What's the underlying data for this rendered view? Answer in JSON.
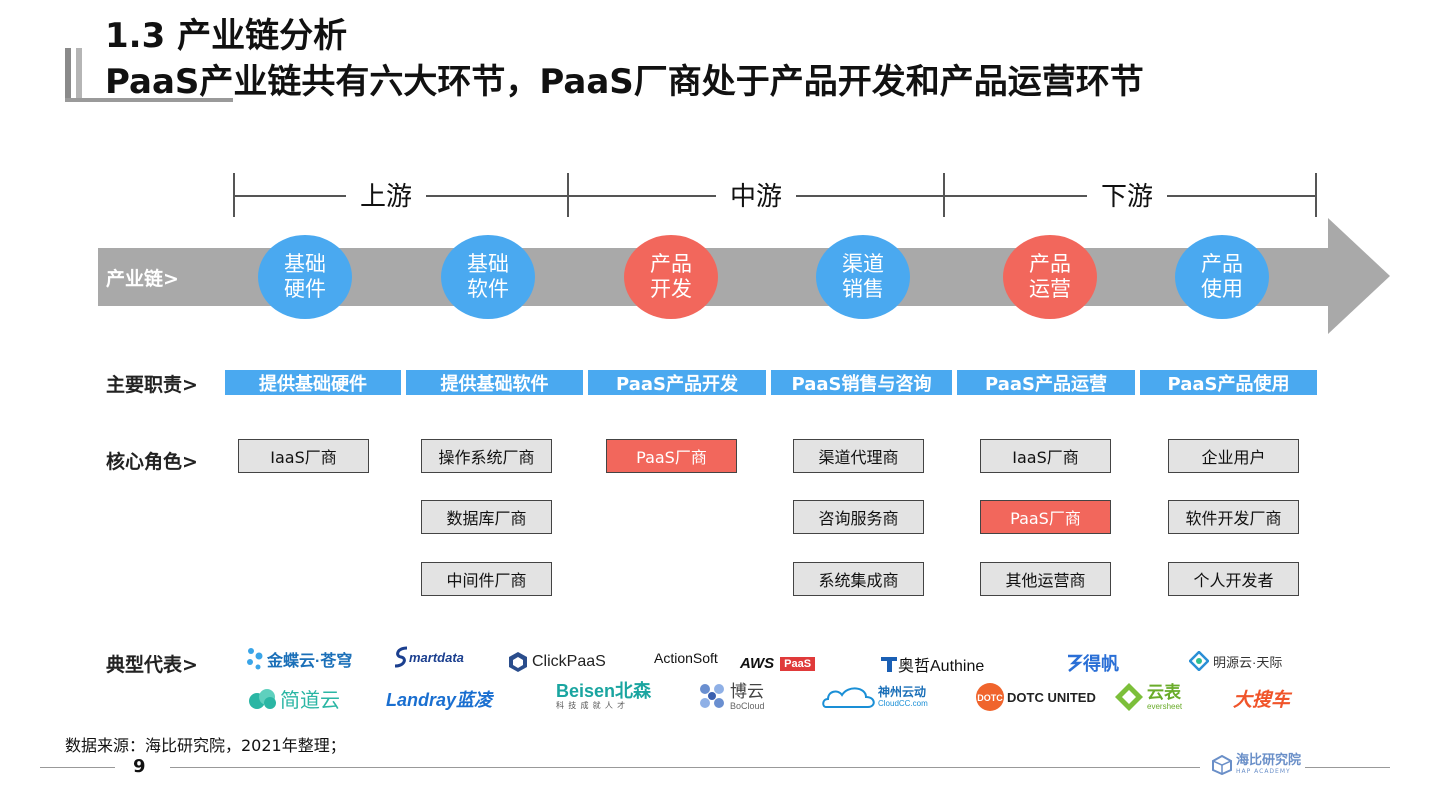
{
  "header": {
    "title_line1": "1.3 产业链分析",
    "title_line2": "PaaS产业链共有六大环节，PaaS厂商处于产品开发和产品运营环节"
  },
  "streams": {
    "upstream": "上游",
    "midstream": "中游",
    "downstream": "下游"
  },
  "chain": {
    "label": "产业链>",
    "nodes": [
      {
        "line1": "基础",
        "line2": "硬件",
        "color": "#4aa9f0"
      },
      {
        "line1": "基础",
        "line2": "软件",
        "color": "#4aa9f0"
      },
      {
        "line1": "产品",
        "line2": "开发",
        "color": "#f2675c"
      },
      {
        "line1": "渠道",
        "line2": "销售",
        "color": "#4aa9f0"
      },
      {
        "line1": "产品",
        "line2": "运营",
        "color": "#f2675c"
      },
      {
        "line1": "产品",
        "line2": "使用",
        "color": "#4aa9f0"
      }
    ]
  },
  "duties": {
    "label": "主要职责>",
    "items": [
      "提供基础硬件",
      "提供基础软件",
      "PaaS产品开发",
      "PaaS销售与咨询",
      "PaaS产品运营",
      "PaaS产品使用"
    ]
  },
  "roles": {
    "label": "核心角色>",
    "col1": [
      "IaaS厂商"
    ],
    "col2": [
      "操作系统厂商",
      "数据库厂商",
      "中间件厂商"
    ],
    "col3": [
      "PaaS厂商"
    ],
    "col4": [
      "渠道代理商",
      "咨询服务商",
      "系统集成商"
    ],
    "col5": [
      "IaaS厂商",
      "PaaS厂商",
      "其他运营商"
    ],
    "col6": [
      "企业用户",
      "软件开发厂商",
      "个人开发者"
    ]
  },
  "representatives": {
    "label": "典型代表>",
    "logos_row1": [
      "金蝶云·苍穹",
      "martdata",
      "ClickPaaS",
      "ActionSoft",
      "AWS",
      "PaaS",
      "奥哲Authine",
      "得帆",
      "明源云·天际"
    ],
    "logos_row2": [
      "简道云",
      "Landray蓝凌",
      "Beisen北森",
      "科 技 成 就 人 才",
      "博云",
      "BoCloud",
      "神州云动",
      "CloudCC.com",
      "DOTC UNITED",
      "云表",
      "eversheet",
      "大搜车"
    ]
  },
  "footer": {
    "source": "数据来源：海比研究院，2021年整理；",
    "page": "9",
    "brand": "海比研究院",
    "brand_sub": "HAP ACADEMY"
  },
  "colors": {
    "blue": "#4aa9f0",
    "red": "#f2675c",
    "gray_band": "#a9a9a9"
  }
}
